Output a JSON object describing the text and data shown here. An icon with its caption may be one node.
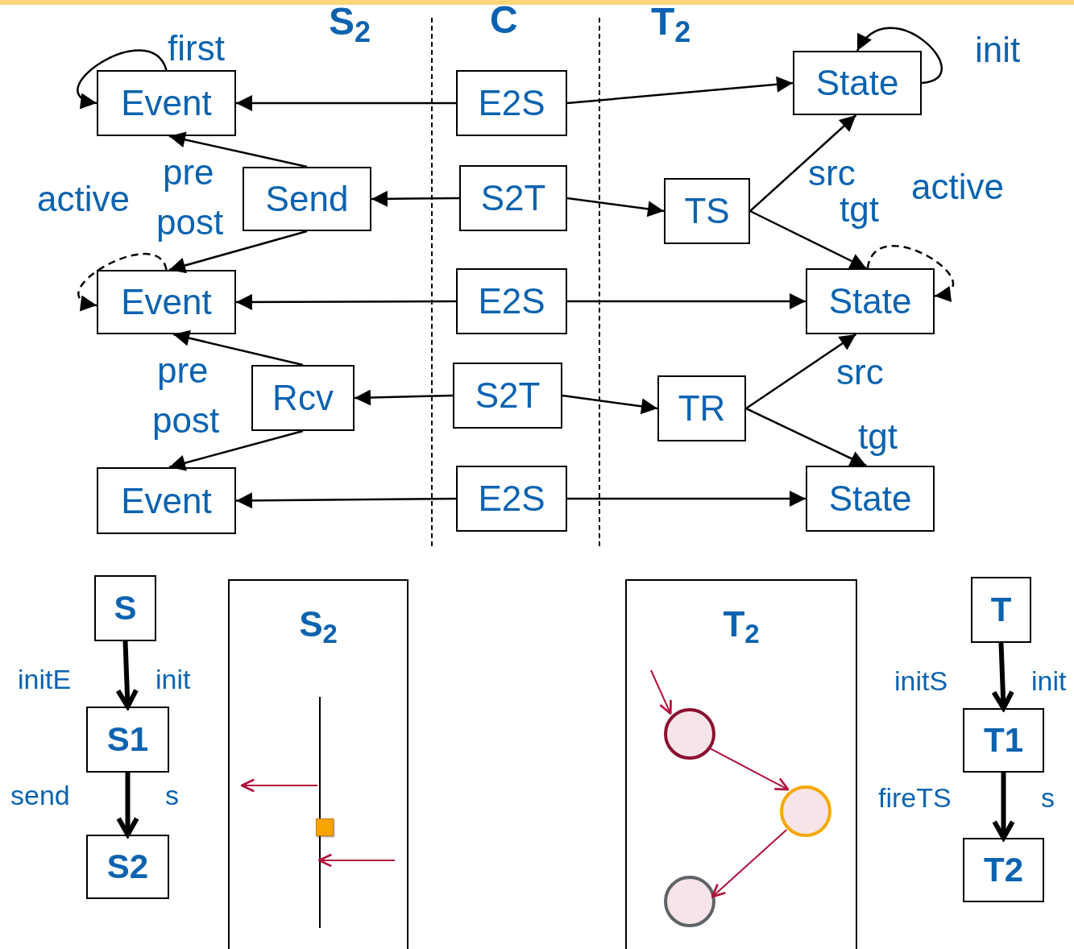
{
  "diagram": {
    "nodes": [
      {
        "text": [
          "Event"
        ]
      },
      {
        "text": [
          "E2S"
        ]
      },
      {
        "text": [
          "State"
        ]
      },
      {
        "text": [
          "Send"
        ]
      },
      {
        "text": [
          "S2T"
        ]
      },
      {
        "text": [
          "TS"
        ]
      },
      {
        "text": [
          "Event"
        ]
      },
      {
        "text": [
          "E2S"
        ]
      },
      {
        "text": [
          "State"
        ]
      },
      {
        "text": [
          "Rcv"
        ]
      },
      {
        "text": [
          "S2T"
        ]
      },
      {
        "text": [
          "TR"
        ]
      },
      {
        "text": [
          "Event"
        ]
      },
      {
        "text": [
          "E2S"
        ]
      },
      {
        "text": [
          "State"
        ]
      },
      {
        "text": [
          "S"
        ]
      },
      {
        "text": [
          "S1"
        ]
      },
      {
        "text": [
          "S2"
        ]
      },
      {
        "text": [
          "S$_{2}$"
        ]
      },
      {
        "text": [],
        "shape": "bar",
        "in": 18
      },
      {
        "text": [
          "T$_{2}$"
        ]
      },
      {
        "text": [],
        "shape": "circle",
        "in": 20
      },
      {
        "text": [],
        "shape": "circle",
        "in": 20
      },
      {
        "text": [],
        "shape": "circle",
        "in": 20
      },
      {
        "text": [
          "T"
        ]
      },
      {
        "text": [
          "T1"
        ]
      },
      {
        "text": [
          "T2"
        ]
      }
    ],
    "edges": [
      {
        "from": 1,
        "to": 0,
        "arrow": "to"
      },
      {
        "from": 1,
        "to": 2,
        "arrow": "to"
      },
      {
        "from": 0,
        "to": 0,
        "arrow": "to",
        "label": "first"
      },
      {
        "from": 2,
        "to": 2,
        "arrow": "to",
        "label": "init"
      },
      {
        "from": 3,
        "to": 0,
        "arrow": "to",
        "label": "pre"
      },
      {
        "from": 3,
        "to": 6,
        "arrow": "to",
        "label": "post"
      },
      {
        "from": 4,
        "to": 3,
        "arrow": "to"
      },
      {
        "from": 4,
        "to": 5,
        "arrow": "to"
      },
      {
        "from": 5,
        "to": 2,
        "arrow": "to",
        "label": "src"
      },
      {
        "from": 5,
        "to": 8,
        "arrow": "to",
        "label": "tgt"
      },
      {
        "from": 6,
        "to": 6,
        "arrow": "to",
        "label": "active",
        "style": "dashed"
      },
      {
        "from": 8,
        "to": 8,
        "arrow": "to",
        "label": "active",
        "style": "dashed"
      },
      {
        "from": 7,
        "to": 6,
        "arrow": "to"
      },
      {
        "from": 7,
        "to": 8,
        "arrow": "to"
      },
      {
        "from": 9,
        "to": 6,
        "arrow": "to",
        "label": "pre"
      },
      {
        "from": 9,
        "to": 12,
        "arrow": "to",
        "label": "post"
      },
      {
        "from": 10,
        "to": 9,
        "arrow": "to"
      },
      {
        "from": 10,
        "to": 11,
        "arrow": "to"
      },
      {
        "from": 11,
        "to": 8,
        "arrow": "to",
        "label": "src"
      },
      {
        "from": 11,
        "to": 14,
        "arrow": "to",
        "label": "tgt"
      },
      {
        "from": 13,
        "to": 12,
        "arrow": "to"
      },
      {
        "from": 13,
        "to": 14,
        "arrow": "to"
      },
      {
        "from": 15,
        "to": 16,
        "arrow": "to",
        "label": "initE",
        "style": "thick"
      },
      {
        "from": 16,
        "to": 17,
        "arrow": "to",
        "label": "send",
        "style": "thick"
      },
      {
        "from": 24,
        "to": 25,
        "arrow": "to",
        "label": "initS",
        "style": "thick"
      },
      {
        "from": 25,
        "to": 26,
        "arrow": "to",
        "label": "fireTS",
        "style": "thick"
      },
      {
        "from": null,
        "to": 21,
        "arrow": "to",
        "color": "#b0103a"
      },
      {
        "from": 21,
        "to": 22,
        "arrow": "to",
        "color": "#b0103a"
      },
      {
        "from": 22,
        "to": 23,
        "arrow": "to",
        "color": "#b0103a"
      },
      {
        "from": 19,
        "to": null,
        "arrow": "to",
        "color": "#b0103a"
      },
      {
        "from": null,
        "to": 19,
        "arrow": "to",
        "color": "#b0103a"
      }
    ],
    "labels": [
      "S$_{2}$",
      "C",
      "T$_{2}$",
      "init",
      "s",
      "init",
      "s"
    ]
  }
}
